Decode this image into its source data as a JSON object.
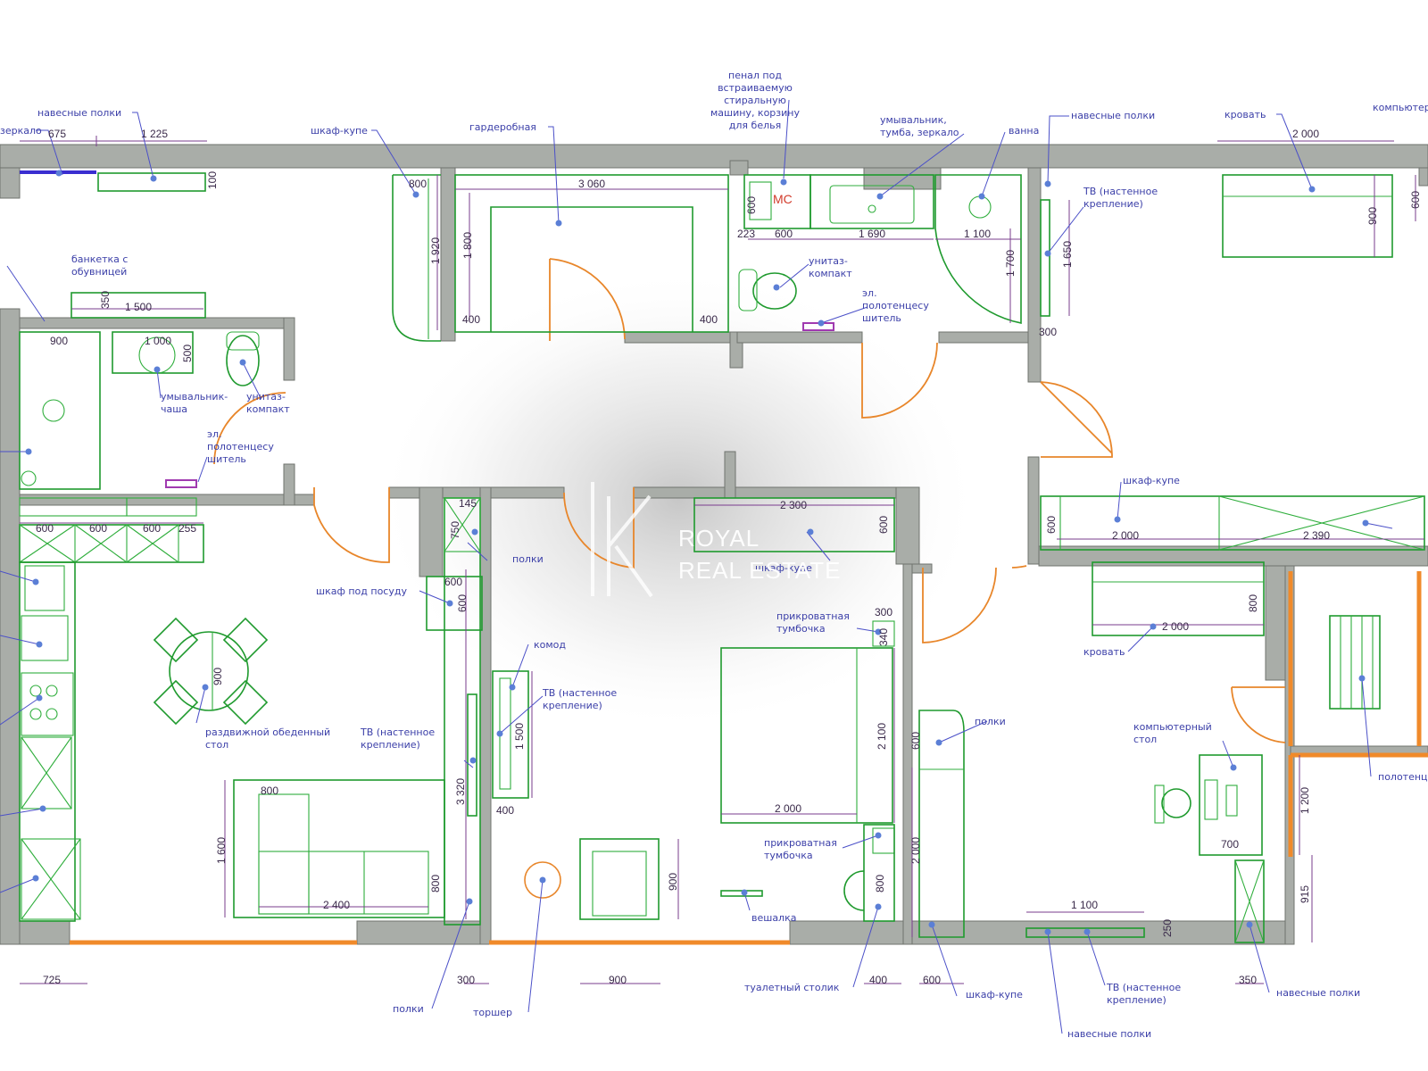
{
  "labels": {
    "nav_polki_top": "навесные полки",
    "shkaf_kupe_1": "шкаф-купе",
    "garderobnaya": "гардеробная",
    "penal": "пенал под\nвстраиваемую\nстиральную\nмашину, корзину\nдля белья",
    "umyvalnik_tumba": "умывальник,\nтумба, зеркало",
    "vanna": "ванна",
    "nav_polki_2": "навесные полки",
    "krovat_top": "кровать",
    "komputer_top": "компьютер",
    "zerkalo": "зеркало",
    "banketka": "банкетка с\nобувницей",
    "umyvalnik_chasha": "умывальник-\nчаша",
    "unitaz_1": "унитаз-\nкомпакт",
    "polotence_1": "эл.\nполотенцесу\nшитель",
    "unitaz_2": "унитаз-\nкомпакт",
    "polotence_2": "эл.\nполотенцесу\nшитель",
    "tv_1": "ТВ (настенное\nкрепление)",
    "shkaf_kupe_2": "шкаф-купе",
    "polki_1": "полки",
    "shkaf_posuda": "шкаф под посуду",
    "komod": "комод",
    "tv_2": "ТВ (настенное\nкрепление)",
    "tv_3": "ТВ (настенное\nкрепление)",
    "stol": "раздвижной обеденный\nстол",
    "shkaf_kupe_3": "шкаф-купе",
    "tumba_1": "прикроватная\nтумбочка",
    "tumba_2": "прикроватная\nтумбочка",
    "polki_2": "полки",
    "krovat_2": "кровать",
    "komp_stol": "компьютерный\nстол",
    "polotence_3": "полотенц",
    "veshalka": "вешалка",
    "polki_3": "полки",
    "torsher": "торшер",
    "tualet_stolik": "туалетный столик",
    "shkaf_kupe_4": "шкаф-купе",
    "tv_4": "ТВ (настенное\nкрепление)",
    "nav_polki_3": "навесные полки",
    "nav_polki_4": "навесные полки",
    "ms": "МС",
    "watermark_1": "ROYAL",
    "watermark_2": "REAL ESTATE"
  },
  "dims": {
    "d675": "675",
    "d1225": "1 225",
    "d100a": "100",
    "d800a": "800",
    "d1920": "1 920",
    "d3060": "3 060",
    "d1800": "1 800",
    "d400a": "400",
    "d400b": "400",
    "d600a": "600",
    "d223": "223",
    "d600b": "600",
    "d1690": "1 690",
    "d1100a": "1 100",
    "d1700": "1 700",
    "d1650": "1 650",
    "d300a": "300",
    "d2000a": "2 000",
    "d900a": "900",
    "d600c": "600",
    "d350": "350",
    "d1500a": "1 500",
    "d900b": "900",
    "d1000": "1 000",
    "d500": "500",
    "d600_1": "600",
    "d600_2": "600",
    "d600_3": "600",
    "d255": "255",
    "d145": "145",
    "d750": "750",
    "d600d": "600",
    "d600e": "600",
    "d2300": "2 300",
    "d600f": "600",
    "d600g": "600",
    "d2000b": "2 000",
    "d2390": "2 390",
    "d800b": "800",
    "d2000c": "2 000",
    "d900c": "900",
    "d300b": "300",
    "d340": "340",
    "d1500b": "1 500",
    "d400c": "400",
    "d3320": "3 320",
    "d800c": "800",
    "d1600": "1 600",
    "d2400": "2 400",
    "d800d": "800",
    "d2100": "2 100",
    "d2000d": "2 000",
    "d600h": "600",
    "d2000e": "2 000",
    "d1200": "1 200",
    "d700": "700",
    "d915": "915",
    "d1100b": "1 100",
    "d250": "250",
    "d800e": "800",
    "d900d": "900",
    "d725": "725",
    "d300c": "300",
    "d900e": "900",
    "d400d": "400",
    "d600i": "600",
    "d350b": "350"
  }
}
